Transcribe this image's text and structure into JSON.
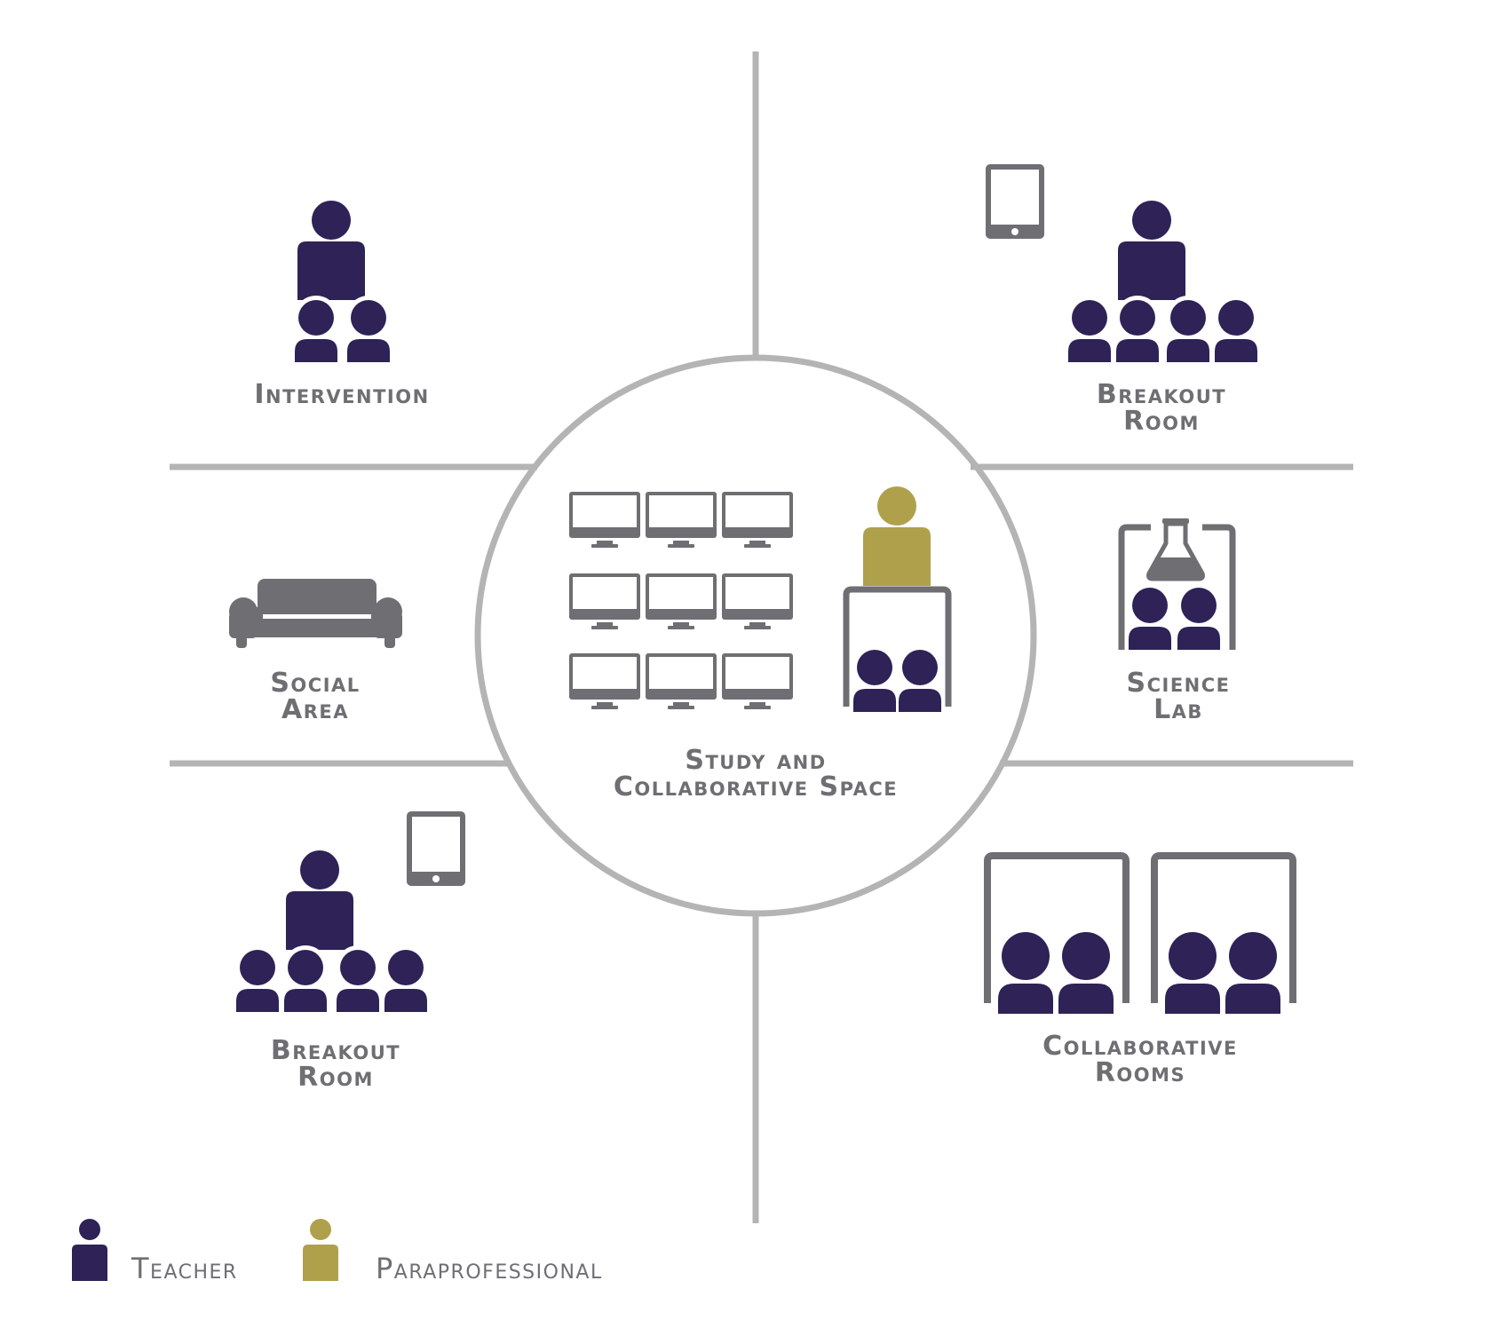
{
  "colors": {
    "teacher": "#2e2257",
    "paraprofessional": "#afa04c",
    "device": "#6e6e73",
    "divider": "#b4b4b4",
    "label": "#6e6e73"
  },
  "zones": {
    "intervention": {
      "line1": "Intervention",
      "line2": ""
    },
    "breakout_top": {
      "line1": "Breakout",
      "line2": "Room"
    },
    "social": {
      "line1": "Social",
      "line2": "Area"
    },
    "science": {
      "line1": "Science",
      "line2": "Lab"
    },
    "breakout_bottom": {
      "line1": "Breakout",
      "line2": "Room"
    },
    "collaborative": {
      "line1": "Collaborative",
      "line2": "Rooms"
    },
    "center": {
      "line1": "Study and",
      "line2": "Collaborative Space"
    }
  },
  "legend": {
    "teacher": {
      "label": "Teacher",
      "icon": "teacher-icon"
    },
    "paraprofessional": {
      "label": "Paraprofessional",
      "icon": "paraprofessional-icon"
    }
  }
}
